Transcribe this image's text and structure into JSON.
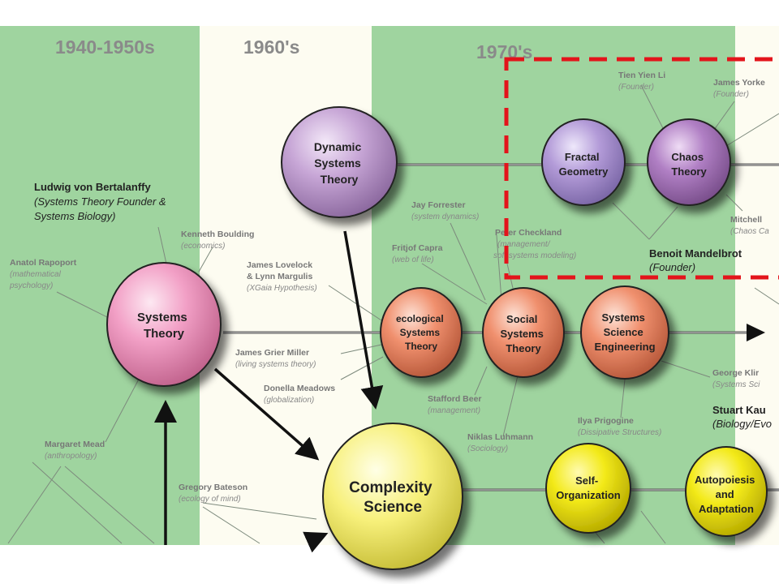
{
  "eras": [
    {
      "label": "1940-1950s"
    },
    {
      "label": "1960's"
    },
    {
      "label": "1970's"
    }
  ],
  "nodes": {
    "dynamic_systems": {
      "lines": [
        "Dynamic",
        "Systems",
        "Theory"
      ],
      "color": "#c7a6d6"
    },
    "fractal": {
      "lines": [
        "Fractal",
        "Geometry"
      ],
      "color": "#b39bd8"
    },
    "chaos": {
      "lines": [
        "Chaos",
        "Theory"
      ],
      "color": "#b07fc4"
    },
    "systems_theory": {
      "lines": [
        "Systems",
        "Theory"
      ],
      "color": "#f2a0c6"
    },
    "ecological": {
      "lines": [
        "ecological",
        "Systems",
        "Theory"
      ],
      "color": "#f0906e"
    },
    "social": {
      "lines": [
        "Social",
        "Systems",
        "Theory"
      ],
      "color": "#f0906e"
    },
    "sse": {
      "lines": [
        "Systems",
        "Science",
        "Engineering"
      ],
      "color": "#f0906e"
    },
    "complexity": {
      "lines": [
        "Complexity",
        "Science"
      ],
      "color": "#f7f07a"
    },
    "self_org": {
      "lines": [
        "Self-",
        "Organization"
      ],
      "color": "#f3ea1a"
    },
    "autopoiesis": {
      "lines": [
        "Autopoiesis",
        "and",
        "Adaptation"
      ],
      "color": "#f3ea1a"
    }
  },
  "people": {
    "bertalanffy": {
      "name": "Ludwig von Bertalanffy",
      "role1": "(Systems Theory Founder &",
      "role2": "Systems Biology)"
    },
    "boulding": {
      "name": "Kenneth Boulding",
      "role": "(economics)"
    },
    "rapoport": {
      "name": "Anatol Rapoport",
      "role1": "(mathematical",
      "role2": "psychology)"
    },
    "lovelock": {
      "name1": "James Lovelock",
      "name2": "& Lynn Margulis",
      "role": "(XGaia Hypothesis)"
    },
    "forrester": {
      "name": "Jay Forrester",
      "role": "(system dynamics)"
    },
    "capra": {
      "name": "Fritjof Capra",
      "role": "(web of life)"
    },
    "checkland": {
      "name": "Peter Checkland",
      "role1": "(management/",
      "role2": "soft systems modeling)"
    },
    "miller": {
      "name": "James Grier Miller",
      "role": "(living systems theory)"
    },
    "meadows": {
      "name": "Donella Meadows",
      "role": "(globalization)"
    },
    "beer": {
      "name": "Stafford Beer",
      "role": "(management)"
    },
    "mead": {
      "name": "Margaret Mead",
      "role": "(anthropology)"
    },
    "bateson": {
      "name": "Gregory Bateson",
      "role": "(ecology of mind)"
    },
    "luhmann": {
      "name": "Niklas Luhmann",
      "role": "(Sociology)"
    },
    "prigogine": {
      "name": "Ilya Prigogine",
      "role": "(Dissipative Structures)"
    },
    "li": {
      "name": "Tien Yien Li",
      "role": "(Founder)"
    },
    "yorke": {
      "name": "James Yorke",
      "role": "(Founder)"
    },
    "mitchell": {
      "name": "Mitchell",
      "role": "(Chaos Ca"
    },
    "mandelbrot": {
      "name": "Benoit Mandelbrot",
      "role": "(Founder)"
    },
    "klir": {
      "name": "George Klir",
      "role": "(Systems Sci"
    },
    "kauffman": {
      "name": "Stuart Kau",
      "role": "(Biology/Evo"
    }
  },
  "colors": {
    "band_green": "#9fd49f",
    "band_cream": "#fdfcf1",
    "highlight": "#e3141b"
  }
}
